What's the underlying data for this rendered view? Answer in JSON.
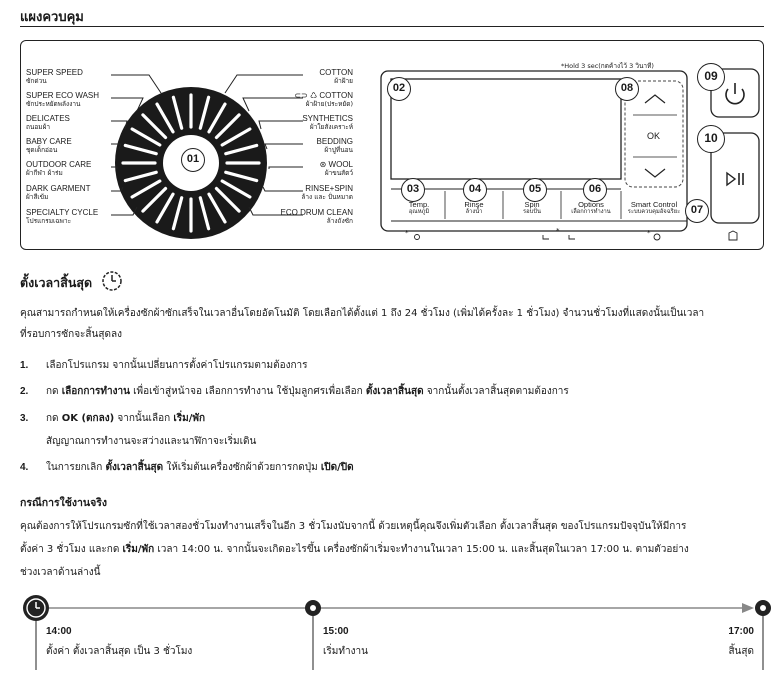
{
  "section_title": "แผงควบคุม",
  "panel": {
    "left_programs": [
      {
        "en": "SUPER SPEED",
        "th": "ซักด่วน"
      },
      {
        "en": "SUPER ECO WASH",
        "th": "ซักประหยัดพลังงาน"
      },
      {
        "en": "DELICATES",
        "th": "ถนอมผ้า"
      },
      {
        "en": "BABY CARE",
        "th": "ชุดเด็กอ่อน"
      },
      {
        "en": "OUTDOOR CARE",
        "th": "ผ้ากีฬา ผ้าร่ม"
      },
      {
        "en": "DARK GARMENT",
        "th": "ผ้าสีเข้ม"
      },
      {
        "en": "SPECIALTY CYCLE",
        "th": "โปรแกรมเฉพาะ"
      }
    ],
    "right_programs": [
      {
        "en": "COTTON",
        "th": "ผ้าฝ้าย"
      },
      {
        "en": "COTTON",
        "th": "ผ้าฝ้าย(ประหยัด)"
      },
      {
        "en": "SYNTHETICS",
        "th": "ผ้าใยสังเคราะห์"
      },
      {
        "en": "BEDDING",
        "th": "ผ้าปูที่นอน"
      },
      {
        "en": "WOOL",
        "th": "ผ้าขนสัตว์"
      },
      {
        "en": "RINSE+SPIN",
        "th": "ล้าง และ ปั่นหมาด"
      },
      {
        "en": "ECO DRUM CLEAN",
        "th": "ล้างถังซัก"
      }
    ],
    "badges": [
      "01",
      "02",
      "03",
      "04",
      "05",
      "06",
      "07",
      "08",
      "09",
      "10"
    ],
    "hold_note": "*Hold 3 sec(กดค้างไว้ 3 วินาที)",
    "buttons": [
      {
        "en": "Temp.",
        "th": "อุณหภูมิ"
      },
      {
        "en": "Rinse",
        "th": "ล้างน้ำ"
      },
      {
        "en": "Spin",
        "th": "รอบปั่น"
      },
      {
        "en": "Options",
        "th": "เลือกการทำงาน"
      },
      {
        "en": "Smart Control",
        "th": "ระบบควบคุมอัจฉริยะ"
      }
    ],
    "ok_label": "OK",
    "hold_marks": [
      "*",
      "*",
      "*"
    ]
  },
  "delay_end": {
    "title": "ตั้งเวลาสิ้นสุด",
    "intro_1": "คุณสามารถกำหนดให้เครื่องซักผ้าซักเสร็จในเวลาอื่นโดยอัตโนมัติ โดยเลือกได้ตั้งแต่ 1 ถึง 24 ชั่วโมง (เพิ่มได้ครั้งละ 1 ชั่วโมง) จำนวนชั่วโมงที่แสดงนั้นเป็นเวลา",
    "intro_2": "ที่รอบการซักจะสิ้นสุดลง",
    "steps": [
      {
        "num": "1.",
        "parts": [
          {
            "t": "เลือกโปรแกรม จากนั้นเปลี่ยนการตั้งค่าโปรแกรมตามต้องการ",
            "b": false
          }
        ]
      },
      {
        "num": "2.",
        "parts": [
          {
            "t": "กด ",
            "b": false
          },
          {
            "t": "เลือกการทำงาน",
            "b": true
          },
          {
            "t": " เพื่อเข้าสู่หน้าจอ เลือกการทำงาน ใช้ปุ่มลูกศรเพื่อเลือก ",
            "b": false
          },
          {
            "t": "ตั้งเวลาสิ้นสุด",
            "b": true
          },
          {
            "t": " จากนั้นตั้งเวลาสิ้นสุดตามต้องการ",
            "b": false
          }
        ]
      },
      {
        "num": "3.",
        "parts": [
          {
            "t": "กด ",
            "b": false
          },
          {
            "t": "OK (ตกลง)",
            "b": true
          },
          {
            "t": " จากนั้นเลือก ",
            "b": false
          },
          {
            "t": "เริ่ม/พัก",
            "b": true
          }
        ]
      },
      {
        "num": "4.",
        "parts": [
          {
            "t": "ในการยกเลิก ",
            "b": false
          },
          {
            "t": "ตั้งเวลาสิ้นสุด",
            "b": true
          },
          {
            "t": " ให้เริ่มต้นเครื่องซักผ้าด้วยการกดปุ่ม ",
            "b": false
          },
          {
            "t": "เปิด/ปิด",
            "b": true
          }
        ]
      }
    ],
    "step3_note": "สัญญาณการทำงานจะสว่างและนาฬิกาจะเริ่มเดิน",
    "example_heading": "กรณีการใช้งานจริง",
    "example_1": "คุณต้องการให้โปรแกรมซักที่ใช้เวลาสองชั่วโมงทำงานเสร็จในอีก 3 ชั่วโมงนับจากนี้ ด้วยเหตุนี้คุณจึงเพิ่มตัวเลือก ตั้งเวลาสิ้นสุด ของโปรแกรมปัจจุบันให้มีการ",
    "example_2_a": "ตั้งค่า 3 ชั่วโมง และกด ",
    "example_2_b": "เริ่ม/พัก",
    "example_2_c": " เวลา 14:00 น. จากนั้นจะเกิดอะไรขึ้น เครื่องซักผ้าเริ่มจะทำงานในเวลา 15:00 น. และสิ้นสุดในเวลา 17:00 น. ตามตัวอย่าง",
    "example_3": "ช่วงเวลาด้านล่างนี้",
    "timeline": [
      {
        "time": "14:00",
        "desc": "ตั้งค่า ตั้งเวลาสิ้นสุด เป็น 3 ชั่วโมง"
      },
      {
        "time": "15:00",
        "desc": "เริ่มทำงาน"
      },
      {
        "time": "17:00",
        "desc": "สิ้นสุด"
      }
    ]
  }
}
